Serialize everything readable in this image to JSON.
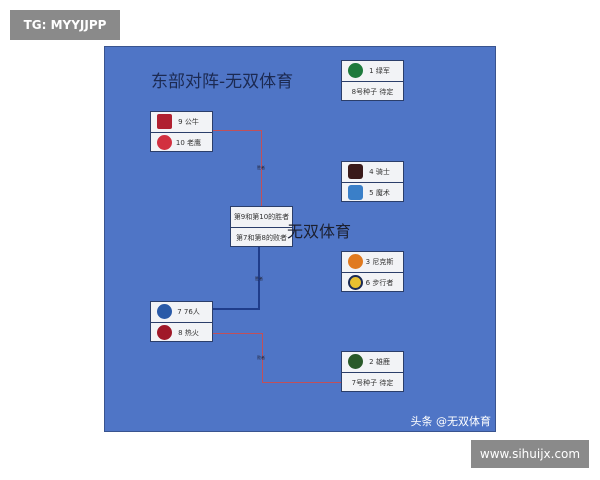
{
  "tag": "TG: MYYJJPP",
  "site": "www.sihuijx.com",
  "title": "东部对阵-无双体育",
  "watermark": "无双体育",
  "credit": "头条 @无双体育",
  "matchups": {
    "celtics": {
      "top": "1 绿军",
      "bottom": "8号种子 待定"
    },
    "bulls_hawks": {
      "top": "9 公牛",
      "bottom": "10 老鹰"
    },
    "cavs_magic": {
      "top": "4 骑士",
      "bottom": "5 魔术"
    },
    "playin": {
      "top": "第9和第10的胜者",
      "bottom": "第7和第8的败者"
    },
    "knicks_pacers": {
      "top": "3 尼克斯",
      "bottom": "6 步行者"
    },
    "sixers_heat": {
      "top": "7 76人",
      "bottom": "8 热火"
    },
    "bucks": {
      "top": "2 雄鹿",
      "bottom": "7号种子 待定"
    }
  },
  "line_labels": {
    "winner1": "胜者",
    "winner2": "胜者",
    "loser": "败者"
  },
  "colors": {
    "panel": "#4f75c6",
    "red_line": "#c0505a",
    "blue_line": "#1f3c8a"
  }
}
